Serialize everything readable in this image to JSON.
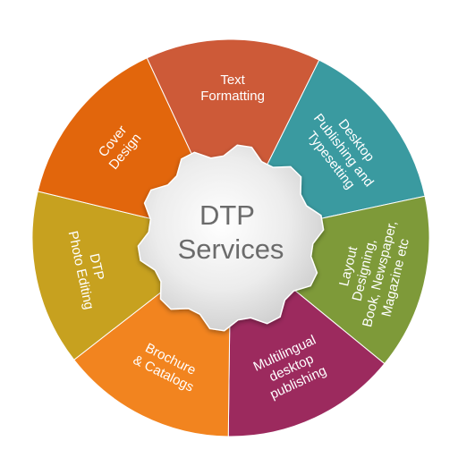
{
  "center": {
    "lines": [
      "DTP",
      "Services"
    ],
    "color": "#6b6b6b"
  },
  "segments": [
    {
      "id": "text-formatting",
      "lines": [
        "Text",
        "Formatting"
      ],
      "color": "#CD5A38"
    },
    {
      "id": "desktop-publishing",
      "lines": [
        "Desktop",
        "Publishing and",
        "Typesetting"
      ],
      "color": "#3A9AA0"
    },
    {
      "id": "layout-designing",
      "lines": [
        "Layout",
        "Designing,",
        "Book, Newspaper,",
        "Magazine etc"
      ],
      "color": "#7E9A39"
    },
    {
      "id": "multilingual",
      "lines": [
        "Multilingual",
        "desktop",
        "publishing"
      ],
      "color": "#9C2A5E"
    },
    {
      "id": "brochure-catalogs",
      "lines": [
        "Brochure",
        "& Catalogs"
      ],
      "color": "#F2841F"
    },
    {
      "id": "dtp-photo-editing",
      "lines": [
        "DTP",
        "Photo Editing"
      ],
      "color": "#C7A11F"
    },
    {
      "id": "cover-design",
      "lines": [
        "Cover",
        "Design"
      ],
      "color": "#E2660C"
    }
  ]
}
